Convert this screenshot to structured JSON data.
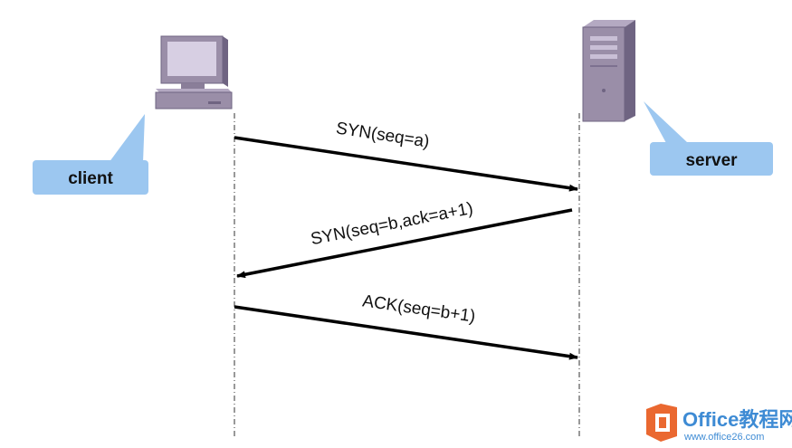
{
  "actors": {
    "client": {
      "label": "client"
    },
    "server": {
      "label": "server"
    }
  },
  "messages": [
    {
      "label": "SYN(seq=a)",
      "direction": "client-to-server"
    },
    {
      "label": "SYN(seq=b,ack=a+1)",
      "direction": "server-to-client"
    },
    {
      "label": "ACK(seq=b+1)",
      "direction": "client-to-server"
    }
  ],
  "watermark": {
    "main_text": "Office教程网",
    "sub_text": "www.office26.com"
  },
  "colors": {
    "callout_fill": "#9cc7f0",
    "device_body": "#9a8ea8",
    "device_dark": "#6f6482",
    "screen": "#d7cfe3",
    "arrow": "#000000",
    "lifeline": "#333333",
    "watermark_orange": "#e8581a",
    "watermark_blue": "#2a7fd0"
  }
}
